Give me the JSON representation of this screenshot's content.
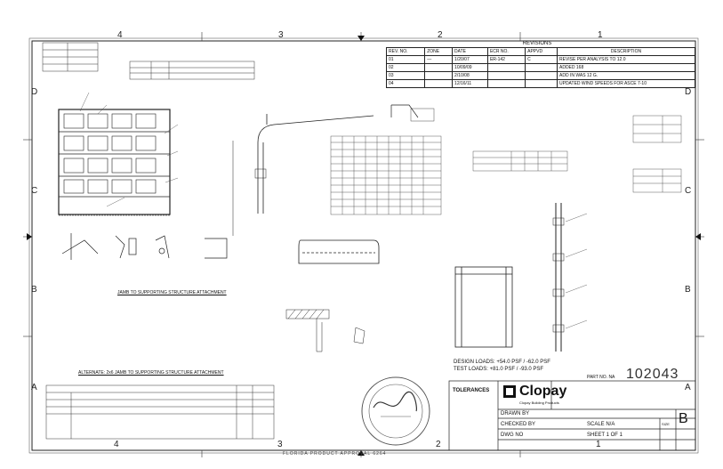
{
  "zones_top": [
    "4",
    "3",
    "2",
    "1"
  ],
  "zones_bottom": [
    "4",
    "3",
    "2",
    "1"
  ],
  "zones_left": [
    "D",
    "C",
    "B",
    "A"
  ],
  "zones_right": [
    "D",
    "C",
    "B",
    "A"
  ],
  "revisions": {
    "title": "REVISIONS",
    "headers": [
      "REV. NO.",
      "ZONE",
      "DATE",
      "ECR NO.",
      "APPVD",
      "DESCRIPTION"
    ],
    "rows": [
      {
        "rev": "01",
        "zone": "—",
        "date": "1/20/07",
        "ecr": "ER-142",
        "appvd": "C",
        "desc": "REVISE PER ANALYSIS TO 12.0"
      },
      {
        "rev": "02",
        "zone": "",
        "date": "10/09/09",
        "ecr": "",
        "appvd": "",
        "desc": "ADDED 168"
      },
      {
        "rev": "03",
        "zone": "",
        "date": "2/10/08",
        "ecr": "",
        "appvd": "",
        "desc": "ADD IN WAS 12 G."
      },
      {
        "rev": "04",
        "zone": "",
        "date": "12/16/11",
        "ecr": "",
        "appvd": "",
        "desc": "UPDATED WIND SPEEDS FOR ASCE 7-10"
      }
    ]
  },
  "section_titles": {
    "jamb": "JAMB TO SUPPORTING STRUCTURE ATTACHMENT",
    "alt": "ALTERNATE: 2x6 JAMB TO SUPPORTING STRUCTURE ATTACHMENT"
  },
  "title_block": {
    "tolerances": "TOLERANCES",
    "brand": "Clopay",
    "brand_sub": "Clopay Building Products",
    "design_loads": "DESIGN LOADS: +54.0 PSF / -62.0 PSF",
    "test_loads": "TEST LOADS: +81.0 PSF / -93.0 PSF",
    "part_no": "PART NO. NA",
    "dwg_code": "102043",
    "drawn_by": "DRAWN BY",
    "checked_by": "CHECKED BY",
    "dwg_no_label": "DWG NO",
    "size_label": "SIZE",
    "rev_letter": "B",
    "scale": "SCALE N/A",
    "sheet": "SHEET 1 OF 1"
  },
  "footer_text": "FLORIDA PRODUCT APPROVAL 6264"
}
